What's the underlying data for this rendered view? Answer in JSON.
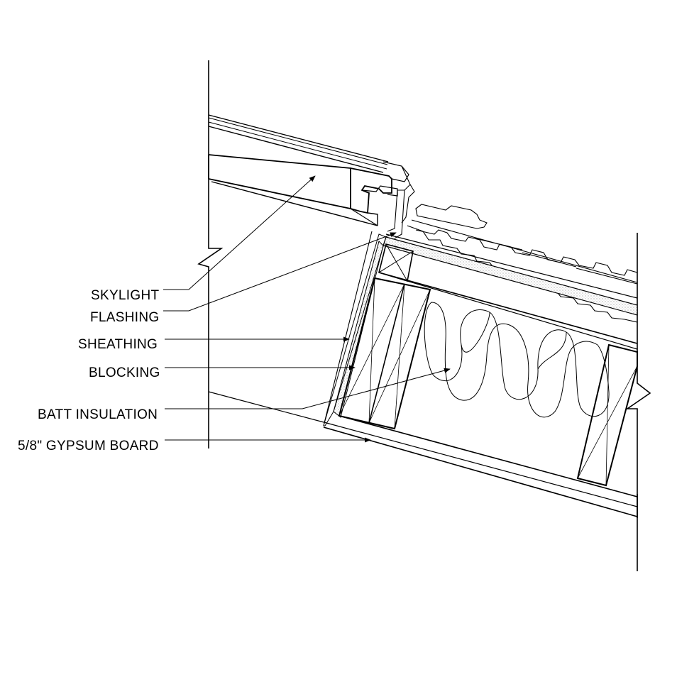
{
  "callouts": {
    "skylight": "SKYLIGHT",
    "flashing": "FLASHING",
    "sheathing": "SHEATHING",
    "blocking": "BLOCKING",
    "batt_insulation": "BATT INSULATION",
    "gypsum_board": "5/8\" GYPSUM BOARD"
  },
  "colors": {
    "line": "#000000",
    "hatch": "#9a9a9a",
    "background": "#ffffff"
  }
}
